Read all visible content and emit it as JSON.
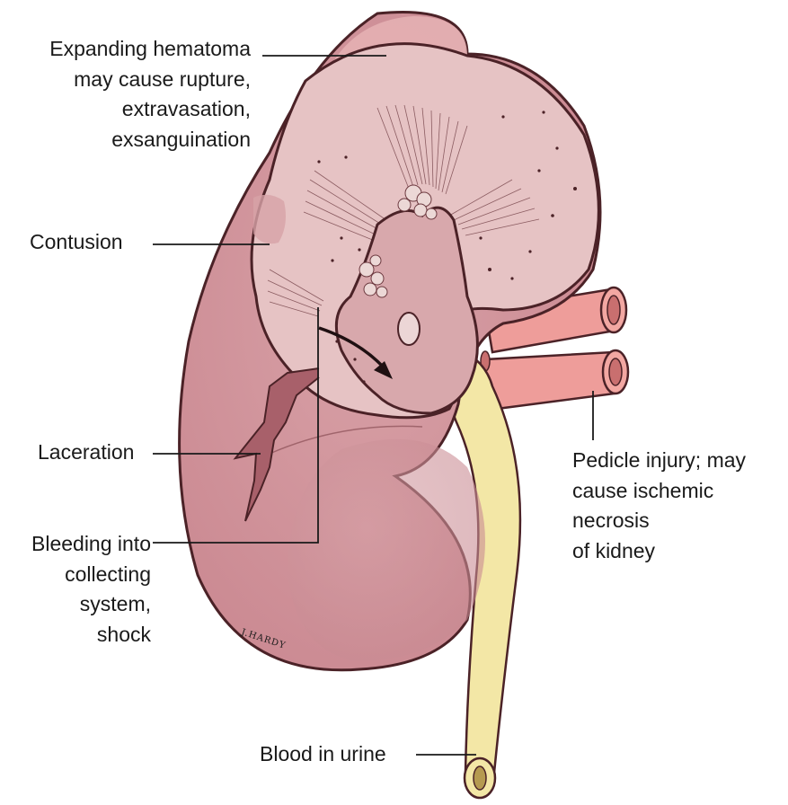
{
  "diagram": {
    "labels": {
      "hematoma": [
        "Expanding hematoma",
        "may cause rupture,",
        "extravasation,",
        "exsanguination"
      ],
      "contusion": "Contusion",
      "laceration": "Laceration",
      "bleeding": [
        "Bleeding into",
        "collecting",
        "system,",
        "shock"
      ],
      "pedicle": [
        "Pedicle injury; may",
        "cause ischemic",
        "necrosis",
        "of kidney"
      ],
      "blood_in_urine": "Blood in urine"
    },
    "signature": "J.HARDY"
  },
  "colors": {
    "kidney_fill": "#cf959d",
    "cortex_fill": "#e6c3c4",
    "pelvis_fill": "#d8a8ac",
    "outline": "#4b2227",
    "vessel_fill": "#ee9d9a",
    "ureter_fill": "#f3e7a6",
    "label_text": "#1a1a1a"
  }
}
